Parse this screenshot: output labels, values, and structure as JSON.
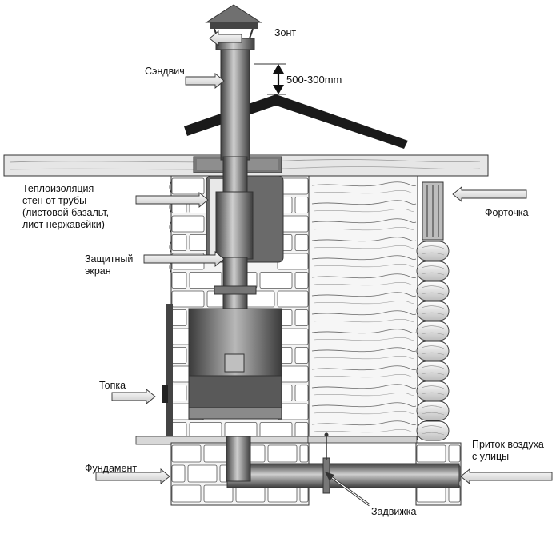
{
  "labels": {
    "umbrella": "Зонт",
    "sandwich": "Сэндвич",
    "height_range": "500-300mm",
    "insulation": "Теплоизоляция\nстен от трубы\n(листовой базальт,\nлист нержавейки)",
    "shield": "Защитный\nэкран",
    "vent": "Форточка",
    "firebox": "Топка",
    "air_intake": "Приток воздуха\nс улицы",
    "foundation": "Фундамент",
    "damper": "Задвижка"
  },
  "colors": {
    "outline": "#333333",
    "pipe_dark": "#4a4a4a",
    "pipe_mid": "#8a8a8a",
    "pipe_light": "#d0d0d0",
    "brick": "#f2f2f2",
    "board": "#e4e4e4",
    "wall_bg": "#f7f7f7",
    "roof": "#1a1a1a"
  },
  "icons": {
    "arrow": "arrow-right-icon",
    "dimension": "double-arrow-icon"
  }
}
